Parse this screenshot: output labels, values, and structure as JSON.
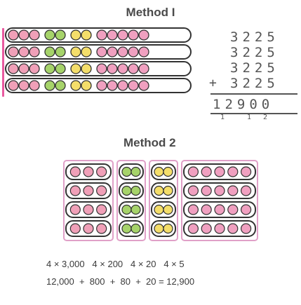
{
  "method1": {
    "title": "Method I",
    "addend_rows": [
      "3225",
      "3225",
      "3225",
      "3225"
    ],
    "plus_sign": "+",
    "sum": "12900",
    "carries": [
      "1",
      "1",
      "2"
    ]
  },
  "method2": {
    "title": "Method 2",
    "products_line": "4 × 3,000   4 × 200   4 × 20   4 × 5",
    "sum_line": "12,000  +  800  +  80  +  20 = 12,900"
  },
  "colors": {
    "thousands": "#f0a0b8",
    "hundreds": "#a6d36a",
    "tens": "#f4de6a",
    "ones": "#f0a0c0",
    "outline": "#333333",
    "highlight_bar": "#e85aa0"
  },
  "counters_per_row": {
    "thousands": 3,
    "hundreds": 2,
    "tens": 2,
    "ones": 5
  }
}
